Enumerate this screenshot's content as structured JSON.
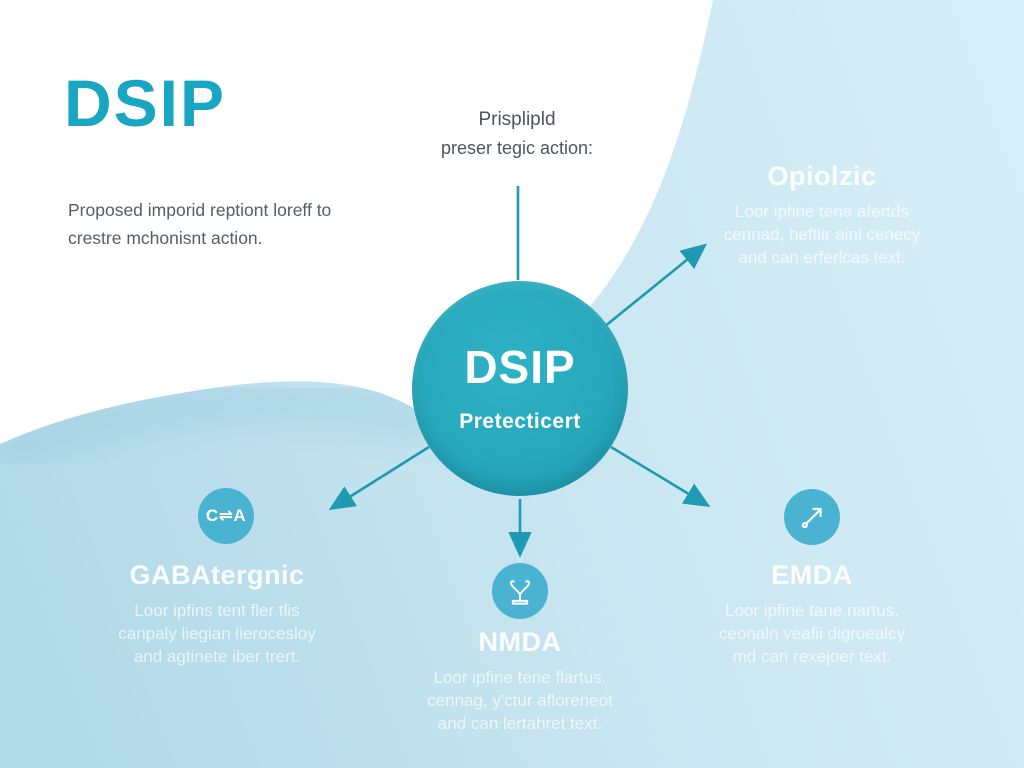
{
  "header": {
    "title": "DSIP",
    "subtitle_lines": [
      "Proposed imporid reptiont loreff to",
      "crestre mchonisnt action."
    ]
  },
  "top_note": {
    "line1": "Prisplipld",
    "line2": "preser tegic action:"
  },
  "center_node": {
    "title": "DSIP",
    "subtitle": "Pretecticert"
  },
  "branches": {
    "opioid": {
      "heading": "Opiolzic",
      "body_lines": [
        "Loor ipfine tene afertds",
        "cennad, heftlir ainl cenecy",
        "and can erferlcas text."
      ]
    },
    "gaba": {
      "icon_label": "C⇌A",
      "heading": "GABAtergnic",
      "body_lines": [
        "Loor ipfins tent fler tlis",
        "canpaly liegian lierocesloy",
        "and agtinete iber trert."
      ]
    },
    "nmda": {
      "heading": "NMDA",
      "body_lines": [
        "Loor ipfine tene flartus.",
        "cennag, y'ctur afloreneot",
        "and can lertahret text."
      ]
    },
    "emda": {
      "heading": "EMDA",
      "body_lines": [
        "Loor ipfine tane,nartus.",
        "ceonaln veafii digroealcy",
        "md can rexejoer text."
      ]
    }
  },
  "colors": {
    "accent_teal": "#18a6c2",
    "node_fill": "#27a8bc",
    "node_rim": "#1d95ab",
    "arrow": "#1e9ab2",
    "background_blue_dark": "#b2d9e8",
    "background_blue_light": "#d7eff8",
    "icon_circle": "#4bb3d2",
    "on_blue_heading": "#ffffff",
    "dark_text": "#565d64"
  }
}
